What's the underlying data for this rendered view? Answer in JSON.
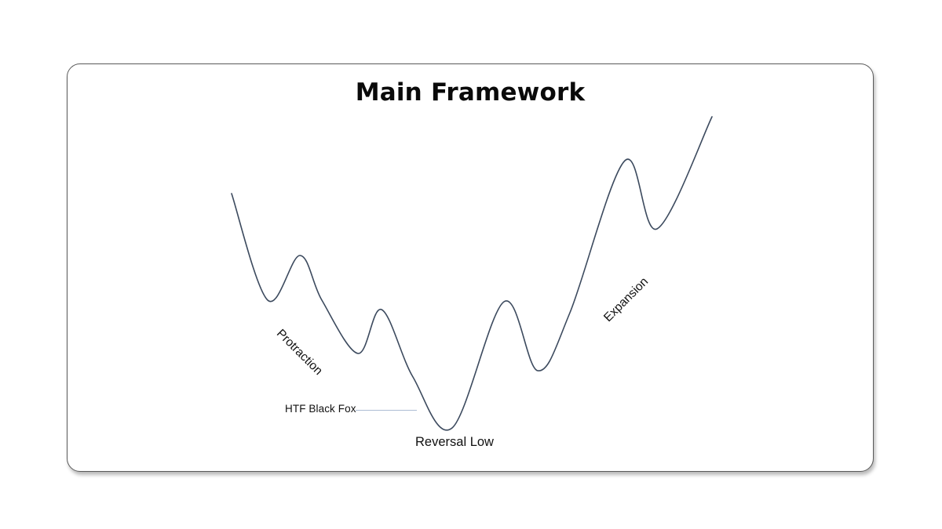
{
  "slide": {
    "title": "Main Framework",
    "background_color": "#ffffff",
    "card_border_color": "#5a5a5a",
    "card_fill_color": "#ffffff"
  },
  "annotations": [
    {
      "id": "protraction",
      "text": "Protraction",
      "rotation_deg": 45,
      "color": "#111111"
    },
    {
      "id": "expansion",
      "text": "Expansion",
      "rotation_deg": -45,
      "color": "#111111"
    },
    {
      "id": "reversal_low",
      "text": "Reversal Low",
      "rotation_deg": 0,
      "color": "#111111"
    },
    {
      "id": "htf_black_fox",
      "text": "HTF Black Fox",
      "rotation_deg": 0,
      "color": "#111111"
    }
  ],
  "leader_line": {
    "name": "htf-black-fox-leader-line",
    "color": "#adbdd4",
    "thickness_px": 1.6
  },
  "chart_data": {
    "type": "line",
    "title": "Main Framework",
    "xlabel": "",
    "ylabel": "",
    "grid": false,
    "legend_position": "none",
    "series": [
      {
        "name": "HTF Black Fox price path",
        "color": "#3c4a5e",
        "stroke_width": 1.6,
        "smoothing": "cardinal-spline",
        "points": [
          [
            209,
            165
          ],
          [
            255,
            301
          ],
          [
            296,
            244
          ],
          [
            324,
            301
          ],
          [
            370,
            369
          ],
          [
            400,
            313
          ],
          [
            440,
            399
          ],
          [
            490,
            464
          ],
          [
            556,
            303
          ],
          [
            599,
            391
          ],
          [
            640,
            317
          ],
          [
            710,
            123
          ],
          [
            751,
            210
          ],
          [
            821,
            67
          ]
        ],
        "key_levels": [
          {
            "label": "start",
            "x": 209,
            "y": 165
          },
          {
            "label": "trough-1",
            "x": 255,
            "y": 301
          },
          {
            "label": "peak-1",
            "x": 296,
            "y": 244
          },
          {
            "label": "trough-2",
            "x": 370,
            "y": 369
          },
          {
            "label": "peak-2",
            "x": 400,
            "y": 313
          },
          {
            "label": "reversal-low",
            "x": 490,
            "y": 464
          },
          {
            "label": "peak-3",
            "x": 556,
            "y": 303
          },
          {
            "label": "trough-3",
            "x": 599,
            "y": 391
          },
          {
            "label": "peak-4",
            "x": 710,
            "y": 123
          },
          {
            "label": "trough-4",
            "x": 751,
            "y": 210
          },
          {
            "label": "end",
            "x": 821,
            "y": 67
          }
        ]
      }
    ],
    "xlim": [
      0,
      1028
    ],
    "ylim": [
      521,
      0
    ]
  }
}
